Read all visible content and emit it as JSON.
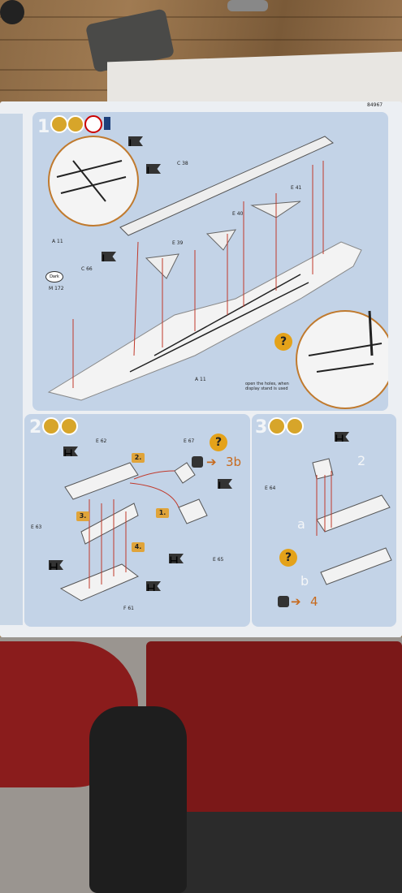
{
  "booklet": {
    "page_number": "84967",
    "steps": [
      {
        "number": "1",
        "parts": [
          "C 38",
          "E 41",
          "E 40",
          "E 39",
          "C 66",
          "M 172",
          "A 11",
          "A 11"
        ],
        "flags": [
          "I",
          "I",
          "I",
          "I"
        ],
        "callout": "open the holes, when display stand is used"
      },
      {
        "number": "2",
        "parts": [
          "E 62",
          "E 67",
          "E 63",
          "E 65",
          "F 61"
        ],
        "flags": [
          "H",
          "H",
          "H",
          "H",
          "I"
        ],
        "substeps": [
          "1.",
          "2.",
          "3.",
          "4."
        ],
        "ref": "3b"
      },
      {
        "number": "3",
        "parts": [
          "E 64"
        ],
        "flags": [
          "H"
        ],
        "labels": [
          "2",
          "a",
          "b"
        ],
        "ref": "4"
      }
    ],
    "paint_label": "Dark"
  },
  "colors": {
    "panel": "#c3d3e7",
    "accent": "#d7a52a",
    "arrow": "#c0392b"
  }
}
